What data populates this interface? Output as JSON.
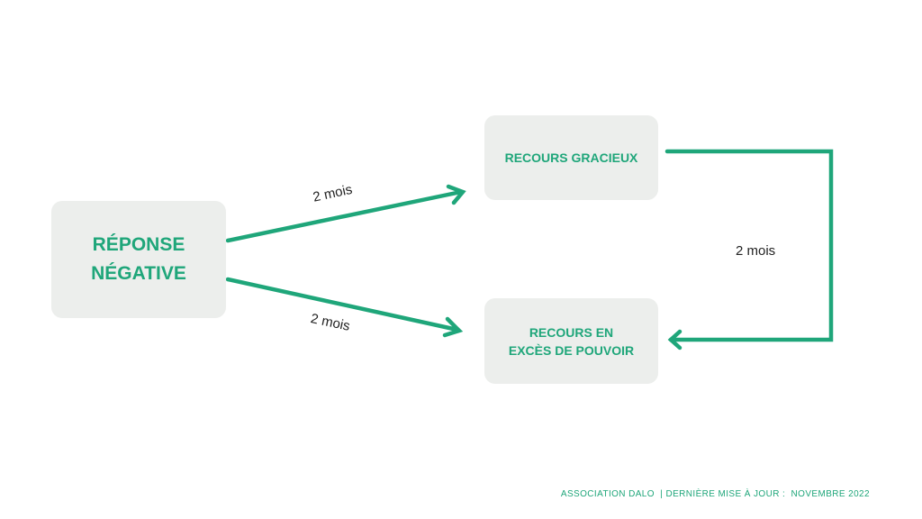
{
  "nodes": {
    "reponse": "RÉPONSE\nNÉGATIVE",
    "gracieux": "RECOURS GRACIEUX",
    "exces": "RECOURS EN\nEXCÈS DE POUVOIR"
  },
  "edges": {
    "to_gracieux": "2 mois",
    "to_exces": "2 mois",
    "gracieux_to_exces": "2 mois"
  },
  "footer": "ASSOCIATION DALO  | DERNIÈRE MISE À JOUR :  NOVEMBRE 2022",
  "colors": {
    "accent": "#1FA67A",
    "node_bg": "#ECEEEC"
  }
}
